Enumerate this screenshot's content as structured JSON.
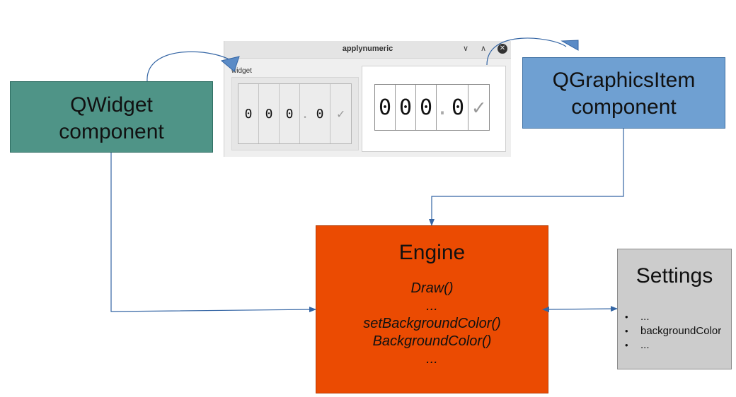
{
  "qwidget": {
    "line1": "QWidget",
    "line2": "component"
  },
  "qgraphics": {
    "line1": "QGraphicsItem",
    "line2": "component"
  },
  "engine": {
    "title": "Engine",
    "methods": [
      "Draw()",
      "...",
      "setBackgroundColor()",
      "BackgroundColor()",
      "..."
    ]
  },
  "settings": {
    "title": "Settings",
    "items": [
      "...",
      "backgroundColor",
      "..."
    ]
  },
  "app": {
    "title": "applynumeric",
    "section_label": "widget",
    "buttons": {
      "minimize": "∨",
      "maximize": "∧",
      "close": "✕"
    },
    "left_digits": [
      "0",
      "0",
      "0",
      ".",
      "0",
      "✓"
    ],
    "right_digits": [
      "0",
      "0",
      "0",
      ".",
      "0",
      "✓"
    ]
  },
  "colors": {
    "qwidget": "#4f9487",
    "qgraphics": "#6fa0d2",
    "engine": "#eb4b02",
    "settings": "#cccccc",
    "connector": "#3465a4"
  }
}
